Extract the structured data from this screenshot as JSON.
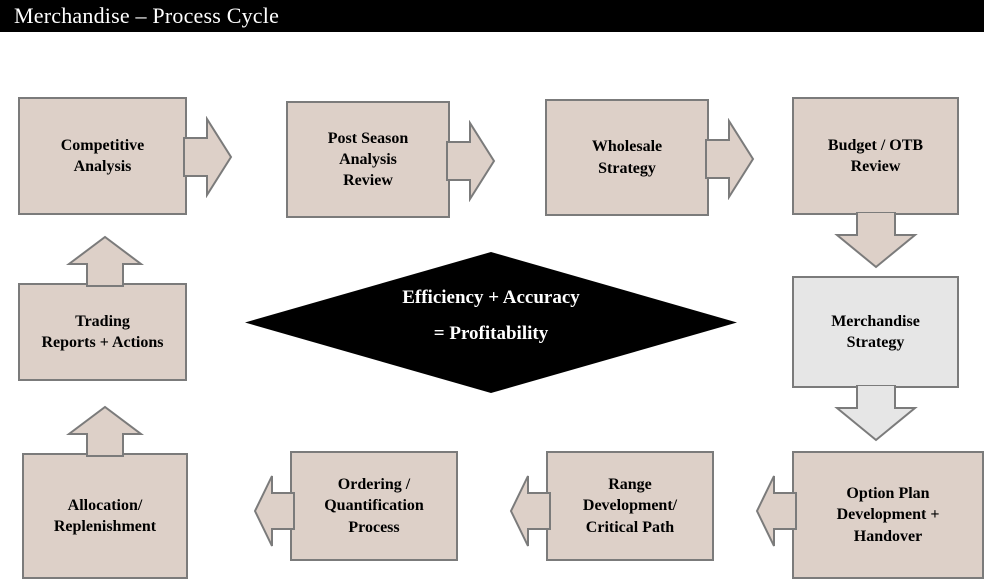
{
  "header": {
    "title": "Merchandise – Process Cycle",
    "background_color": "#000000",
    "text_color": "#ffffff"
  },
  "theme": {
    "box_fill": "#ddd0c8",
    "box_fill_alt": "#e6e6e6",
    "box_border": "#7b7b7b",
    "diamond_fill": "#000000",
    "diamond_text": "#ffffff",
    "page_background": "#ffffff"
  },
  "diagram": {
    "type": "process-cycle-flowchart",
    "center": {
      "shape": "diamond",
      "name": "efficiency-accuracy-profitability",
      "line1": "Efficiency + Accuracy",
      "line2": "= Profitability",
      "fill": "#000000",
      "text_color": "#ffffff"
    },
    "nodes": [
      {
        "id": "competitive-analysis",
        "label": "Competitive\nAnalysis",
        "fill": "#ddd0c8",
        "row": "top",
        "order": 1
      },
      {
        "id": "post-season-analysis-review",
        "label": "Post Season\nAnalysis\nReview",
        "fill": "#ddd0c8",
        "row": "top",
        "order": 2
      },
      {
        "id": "wholesale-strategy",
        "label": "Wholesale\nStrategy",
        "fill": "#ddd0c8",
        "row": "top",
        "order": 3
      },
      {
        "id": "budget-otb-review",
        "label": "Budget / OTB\nReview",
        "fill": "#ddd0c8",
        "row": "top",
        "order": 4
      },
      {
        "id": "merchandise-strategy",
        "label": "Merchandise\nStrategy",
        "fill": "#e6e6e6",
        "row": "right",
        "order": 5
      },
      {
        "id": "option-plan-development-handover",
        "label": "Option Plan\nDevelopment +\nHandover",
        "fill": "#ddd0c8",
        "row": "bottom",
        "order": 6
      },
      {
        "id": "range-development-critical-path",
        "label": "Range\nDevelopment/\nCritical Path",
        "fill": "#ddd0c8",
        "row": "bottom",
        "order": 7
      },
      {
        "id": "ordering-quantification-process",
        "label": "Ordering /\nQuantification\nProcess",
        "fill": "#ddd0c8",
        "row": "bottom",
        "order": 8
      },
      {
        "id": "allocation-replenishment",
        "label": "Allocation/\nReplenishment",
        "fill": "#ddd0c8",
        "row": "bottom",
        "order": 9
      },
      {
        "id": "trading-reports-actions",
        "label": "Trading\nReports + Actions",
        "fill": "#ddd0c8",
        "row": "left",
        "order": 10
      }
    ],
    "connectors": [
      {
        "id": "arrow-competitive-to-post-season",
        "direction": "right",
        "from": "competitive-analysis",
        "to": "post-season-analysis-review"
      },
      {
        "id": "arrow-post-season-to-wholesale",
        "direction": "right",
        "from": "post-season-analysis-review",
        "to": "wholesale-strategy"
      },
      {
        "id": "arrow-wholesale-to-budget",
        "direction": "right",
        "from": "wholesale-strategy",
        "to": "budget-otb-review"
      },
      {
        "id": "arrow-budget-to-merchandise-strategy",
        "direction": "down",
        "from": "budget-otb-review",
        "to": "merchandise-strategy"
      },
      {
        "id": "arrow-merchandise-strategy-to-option-plan",
        "direction": "down",
        "from": "merchandise-strategy",
        "to": "option-plan-development-handover"
      },
      {
        "id": "arrow-option-plan-to-range-development",
        "direction": "left",
        "from": "option-plan-development-handover",
        "to": "range-development-critical-path"
      },
      {
        "id": "arrow-range-development-to-ordering",
        "direction": "left",
        "from": "range-development-critical-path",
        "to": "ordering-quantification-process"
      },
      {
        "id": "arrow-ordering-to-allocation",
        "direction": "left",
        "from": "ordering-quantification-process",
        "to": "allocation-replenishment"
      },
      {
        "id": "arrow-allocation-to-trading-reports",
        "direction": "up",
        "from": "allocation-replenishment",
        "to": "trading-reports-actions"
      },
      {
        "id": "arrow-trading-reports-to-competitive",
        "direction": "up",
        "from": "trading-reports-actions",
        "to": "competitive-analysis"
      }
    ]
  }
}
